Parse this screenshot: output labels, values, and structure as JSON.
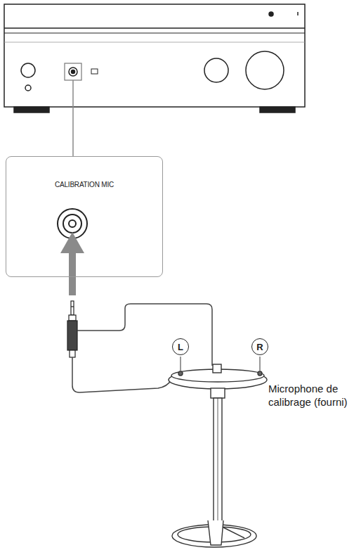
{
  "diagram": {
    "nodes": [
      {
        "text": [
          "CALIBRATION MIC"
        ]
      },
      {
        "text": [
          "L"
        ]
      },
      {
        "text": [
          "R"
        ]
      }
    ],
    "labels": [
      "Microphone de calibrage (fourni)"
    ]
  }
}
